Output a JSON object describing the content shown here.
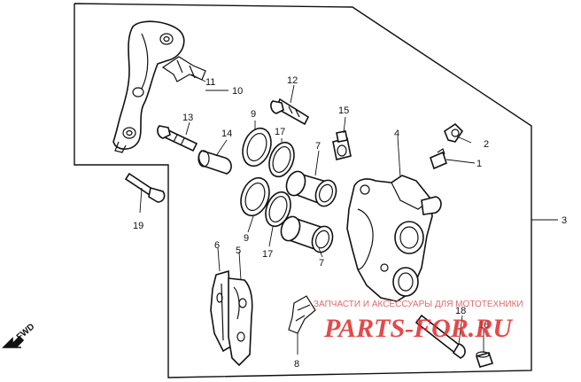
{
  "callouts": {
    "c1": "1",
    "c2": "2",
    "c3": "3",
    "c4": "4",
    "c5": "5",
    "c6": "6",
    "c7a": "7",
    "c7b": "7",
    "c8": "8",
    "c9a": "9",
    "c9b": "9",
    "c10": "10",
    "c11": "11",
    "c12": "12",
    "c13": "13",
    "c14": "14",
    "c15": "15",
    "c16": "16",
    "c17a": "17",
    "c17b": "17",
    "c18": "18",
    "c19": "19"
  },
  "direction_label": "FWD",
  "watermark": {
    "caption": "ЗАПЧАСТИ И АКСЕССУАРЫ ДЛЯ МОТОТЕХНИКИ",
    "brand": "PARTS-FOR.RU"
  }
}
